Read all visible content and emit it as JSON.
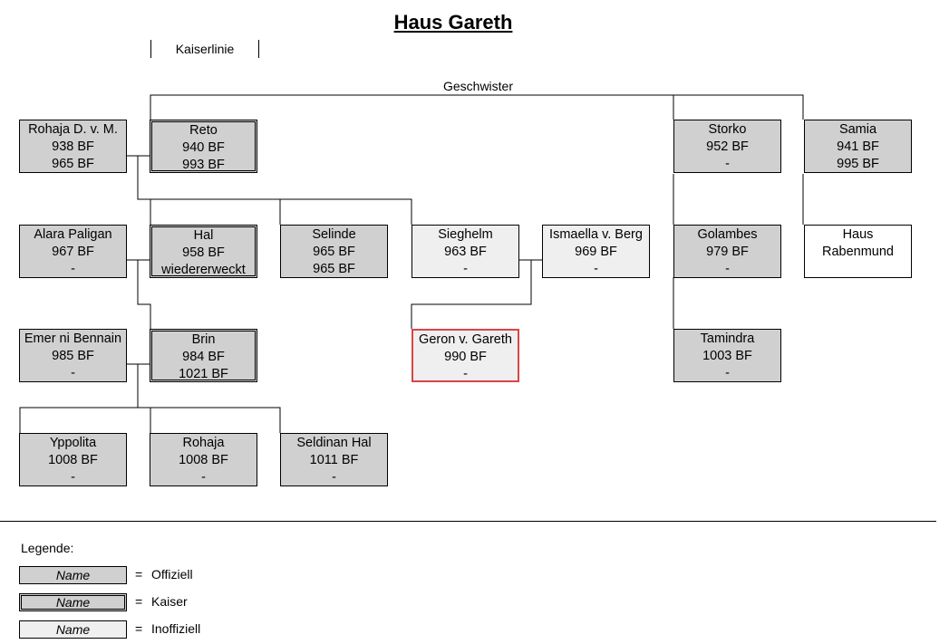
{
  "title": "Haus Gareth",
  "kaiserlinie_label": "Kaiserlinie",
  "geschwister_label": "Geschwister",
  "persons": {
    "rohaja_dvm": {
      "name": "Rohaja D. v. M.",
      "line2": "938 BF",
      "line3": "965 BF"
    },
    "reto": {
      "name": "Reto",
      "line2": "940 BF",
      "line3": "993 BF"
    },
    "storko": {
      "name": "Storko",
      "line2": "952 BF",
      "line3": "-"
    },
    "samia": {
      "name": "Samia",
      "line2": "941 BF",
      "line3": "995 BF"
    },
    "alara": {
      "name": "Alara Paligan",
      "line2": "967 BF",
      "line3": "-"
    },
    "hal": {
      "name": "Hal",
      "line2": "958 BF",
      "line3": "wiedererweckt"
    },
    "selinde": {
      "name": "Selinde",
      "line2": "965 BF",
      "line3": "965 BF"
    },
    "sieghelm": {
      "name": "Sieghelm",
      "line2": "963 BF",
      "line3": "-"
    },
    "ismaella": {
      "name": "Ismaella v. Berg",
      "line2": "969 BF",
      "line3": "-"
    },
    "golambes": {
      "name": "Golambes",
      "line2": "979 BF",
      "line3": "-"
    },
    "haus_rabenmund": {
      "name": "Haus",
      "line2": "Rabenmund",
      "line3": ""
    },
    "emer": {
      "name": "Emer ni Bennain",
      "line2": "985 BF",
      "line3": "-"
    },
    "brin": {
      "name": "Brin",
      "line2": "984 BF",
      "line3": "1021 BF"
    },
    "geron": {
      "name": "Geron v. Gareth",
      "line2": "990 BF",
      "line3": "-"
    },
    "tamindra": {
      "name": "Tamindra",
      "line2": "1003 BF",
      "line3": "-"
    },
    "yppolita": {
      "name": "Yppolita",
      "line2": "1008 BF",
      "line3": "-"
    },
    "rohaja": {
      "name": "Rohaja",
      "line2": "1008 BF",
      "line3": "-"
    },
    "seldinan": {
      "name": "Seldinan Hal",
      "line2": "1011 BF",
      "line3": "-"
    }
  },
  "legend": {
    "title": "Legende:",
    "sample": "Name",
    "equals": "=",
    "items": [
      {
        "label": "Offiziell",
        "style": "offiziell"
      },
      {
        "label": "Kaiser",
        "style": "kaiser"
      },
      {
        "label": "Inoffiziell",
        "style": "inoffiziell"
      }
    ]
  },
  "colors": {
    "offiziell": "#d0d0d0",
    "inoffiziell": "#efefef",
    "selected_border": "#d94545"
  }
}
